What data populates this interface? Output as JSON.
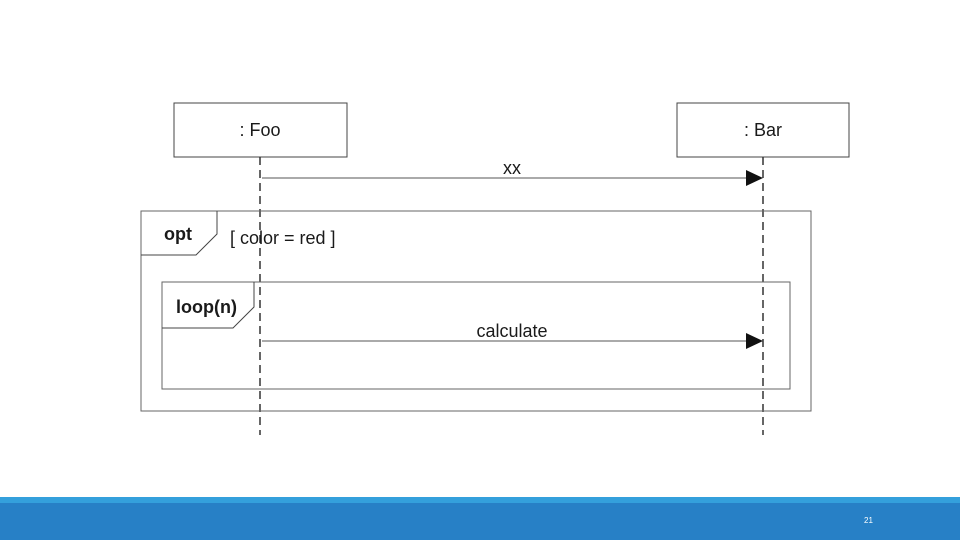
{
  "diagram": {
    "lifelines": [
      {
        "label": ": Foo"
      },
      {
        "label": ": Bar"
      }
    ],
    "messages": [
      {
        "label": "xx"
      },
      {
        "label": "calculate"
      }
    ],
    "fragments": [
      {
        "operator": "opt",
        "guard": "[ color = red ]"
      },
      {
        "operator": "loop(n)",
        "guard": ""
      }
    ]
  },
  "footer": {
    "slide_number": "21",
    "band_color": "#2780c6",
    "stripe_color": "#34a0dc"
  }
}
